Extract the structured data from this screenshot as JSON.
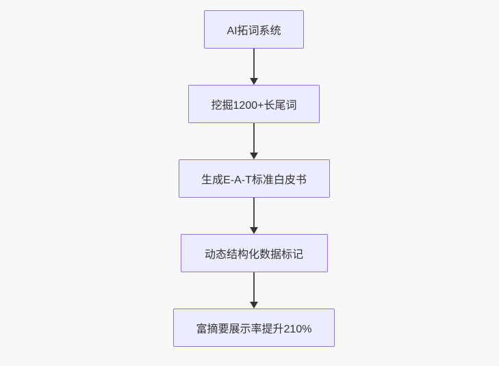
{
  "diagram": {
    "type": "flowchart-vertical",
    "background_color": "#f8f8f8",
    "node_fill_color": "#ECECFF",
    "node_border_color": "#9370DB",
    "node_text_color": "#333333",
    "arrow_color": "#333333",
    "nodes": [
      {
        "id": "node-1",
        "label": "AI拓词系统"
      },
      {
        "id": "node-2",
        "label": "挖掘1200+长尾词"
      },
      {
        "id": "node-3",
        "label": "生成E-A-T标准白皮书"
      },
      {
        "id": "node-4",
        "label": "动态结构化数据标记"
      },
      {
        "id": "node-5",
        "label": "富摘要展示率提升210%"
      }
    ],
    "edges": [
      {
        "from": "node-1",
        "to": "node-2"
      },
      {
        "from": "node-2",
        "to": "node-3"
      },
      {
        "from": "node-3",
        "to": "node-4"
      },
      {
        "from": "node-4",
        "to": "node-5"
      }
    ]
  }
}
